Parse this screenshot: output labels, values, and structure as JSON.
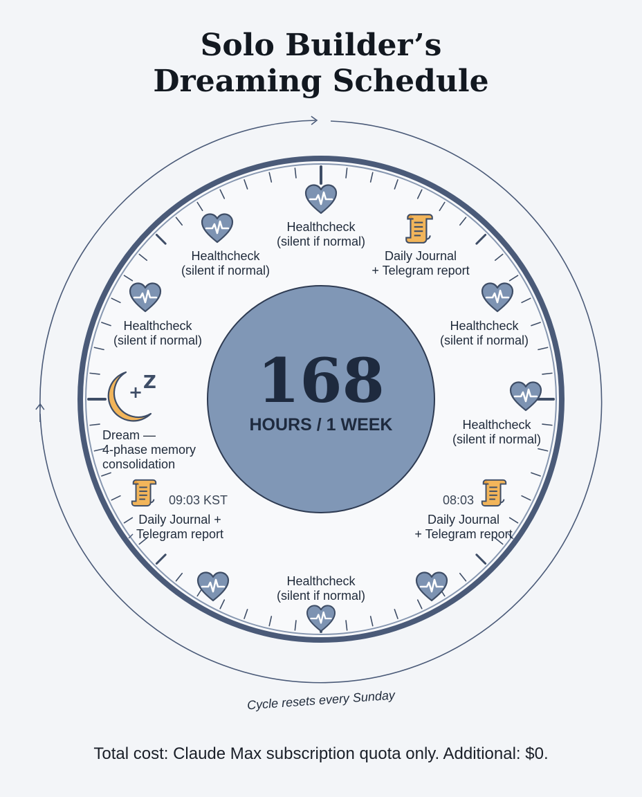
{
  "title": {
    "line1": "Solo Builder’s",
    "line2": "Dreaming Schedule"
  },
  "center": {
    "number": "168",
    "subtitle": "HOURS / 1 WEEK"
  },
  "events": {
    "top": {
      "title": "Healthcheck",
      "detail": "(silent if normal)",
      "icon": "heart-pulse-icon"
    },
    "upper_left": {
      "title": "Healthcheck",
      "detail": "(silent if normal)",
      "icon": "heart-pulse-icon"
    },
    "upper_right": {
      "title": "Daily Journal",
      "detail": "+ Telegram report",
      "icon": "scroll-icon"
    },
    "left": {
      "title": "Healthcheck",
      "detail": "(silent if normal)",
      "icon": "heart-pulse-icon"
    },
    "right": {
      "title": "Healthcheck",
      "detail": "(silent if normal)",
      "icon": "heart-pulse-icon"
    },
    "right_lower": {
      "title": "Healthcheck",
      "detail": "(silent if normal)",
      "icon": "heart-pulse-icon"
    },
    "dream": {
      "line1": "Dream —",
      "line2": "4-phase memory",
      "line3": "consolidation",
      "icon": "moon-sleep-icon"
    },
    "lower_left": {
      "time": "09:03 KST",
      "title": "Daily Journal +",
      "detail": "Telegram report",
      "icon": "scroll-icon"
    },
    "lower_right": {
      "time": "08:03",
      "title": "Daily Journal",
      "detail": "+ Telegram report",
      "icon": "scroll-icon"
    },
    "bottom": {
      "title": "Healthcheck",
      "detail": "(silent if normal)",
      "icon": "heart-pulse-icon"
    }
  },
  "cycle_note": "Cycle resets every Sunday",
  "footer": "Total cost: Claude Max subscription quota only. Additional: $0.",
  "colors": {
    "background": "#f3f5f8",
    "ring": "#4a5a78",
    "center_fill": "#8097b6",
    "heart": "#7d93b2",
    "accent_orange": "#f2b55a"
  }
}
